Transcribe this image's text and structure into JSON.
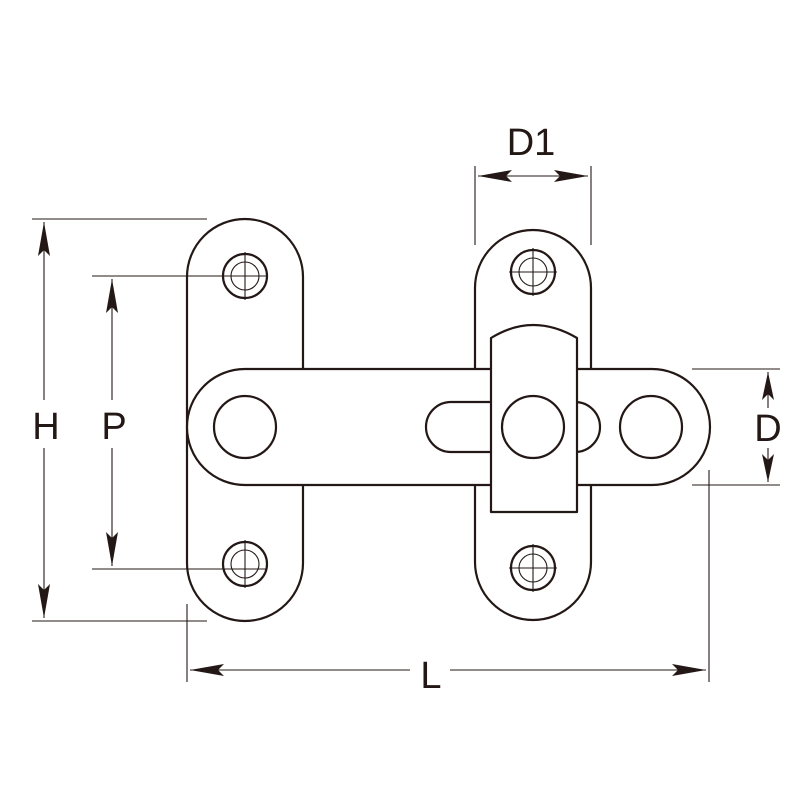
{
  "labels": {
    "d1": "D1",
    "h": "H",
    "p": "P",
    "d": "D",
    "l": "L"
  },
  "colors": {
    "line": "#231815",
    "background": "#ffffff"
  }
}
